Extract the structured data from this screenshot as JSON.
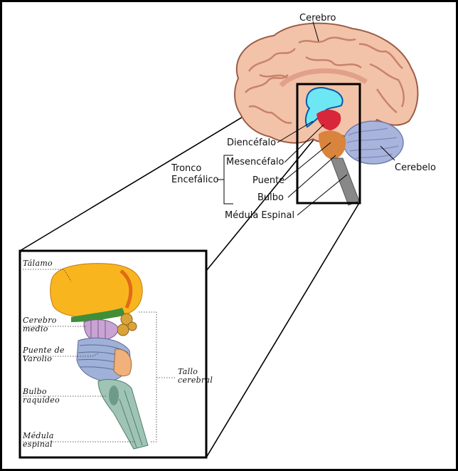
{
  "labels": {
    "cerebro": "Cerebro",
    "cerebelo": "Cerebelo",
    "diencefalo": "Diencéfalo",
    "tronco_line1": "Tronco",
    "tronco_line2": "Encefálico",
    "mesencefalo": "Mesencéfalo",
    "puente": "Puente",
    "bulbo": "Bulbo",
    "medula": "Médula Espinal"
  },
  "inset_labels": {
    "talamo": "Tálamo",
    "cerebro_medio_1": "Cerebro",
    "cerebro_medio_2": "medio",
    "puente_varolio_1": "Puente de",
    "puente_varolio_2": "Varolio",
    "bulbo_raquideo_1": "Bulbo",
    "bulbo_raquideo_2": "raquídeo",
    "medula_espinal_1": "Médula",
    "medula_espinal_2": "espinal",
    "tallo_cerebral_1": "Tallo",
    "tallo_cerebral_2": "cerebral"
  },
  "colors": {
    "brain_fill": "#f2c3a9",
    "brain_gyri": "#c9826a",
    "cerebellum": "#a9b4dd",
    "diencephalon": "#6ee7f5",
    "midbrain_red": "#d8263a",
    "pons_orange": "#d9843c",
    "spinal_gray": "#888888",
    "thalamus_yellow": "#f9b51e",
    "inset_midbrain": "#c9a3d4",
    "inset_pons": "#9fb1d8",
    "inset_bulb": "#9fc4b5"
  }
}
